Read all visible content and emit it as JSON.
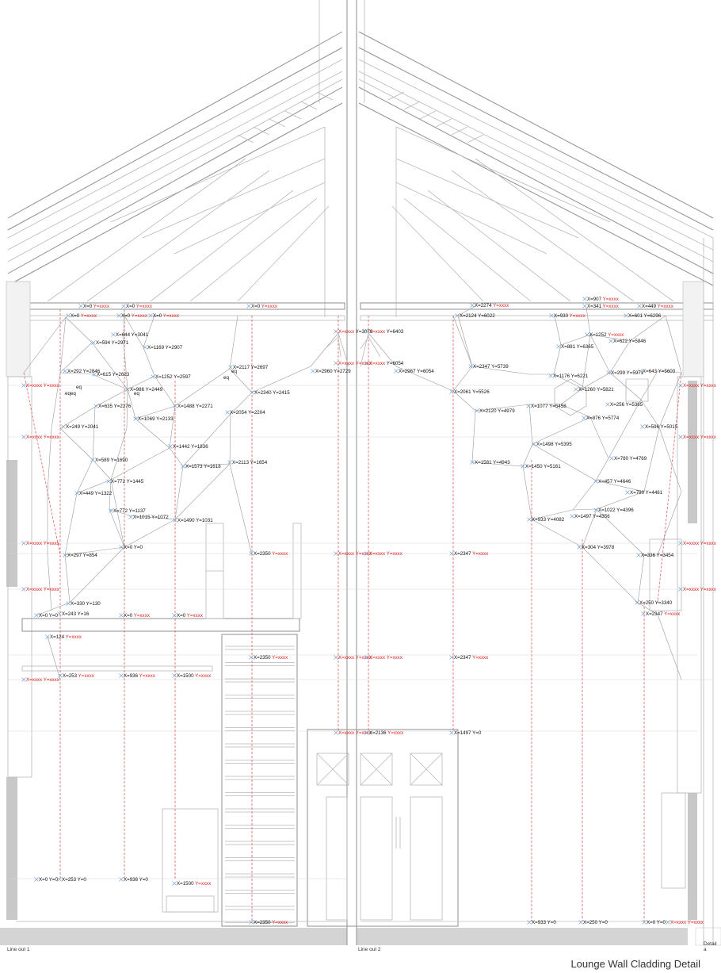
{
  "caption": "Lounge Wall Cladding Detail",
  "panel_labels": {
    "left": "Line out 1",
    "right": "Line out 2",
    "far_right": "Detail a"
  },
  "eq_labels": [
    "eqeq",
    "eq",
    "eq",
    "eq",
    "eq"
  ],
  "points": [
    {
      "label": "X=0",
      "y": "Y=xxxx"
    },
    {
      "label": "X=0",
      "y": "Y=xxxx"
    },
    {
      "label": "X=0",
      "y": "Y=xxxx"
    },
    {
      "label": "X=0",
      "y": "Y=xxxx"
    },
    {
      "label": "X=0",
      "y": "Y=xxxx"
    },
    {
      "label": "X=0",
      "y": "Y=xxxx"
    },
    {
      "label": "X=644",
      "y": "Y=3041"
    },
    {
      "label": "X=594",
      "y": "Y=2971"
    },
    {
      "label": "X=1169",
      "y": "Y=2907"
    },
    {
      "label": "X=292",
      "y": "Y=2846"
    },
    {
      "label": "X=615",
      "y": "Y=2623"
    },
    {
      "label": "X=1252",
      "y": "Y=2597"
    },
    {
      "label": "X=986",
      "y": "Y=2449"
    },
    {
      "label": "X=635",
      "y": "Y=2276"
    },
    {
      "label": "X=1488",
      "y": "Y=2271"
    },
    {
      "label": "X=1069",
      "y": "Y=2133"
    },
    {
      "label": "X=249",
      "y": "Y=2041"
    },
    {
      "label": "X=2117",
      "y": "Y=2697"
    },
    {
      "label": "X=2340",
      "y": "Y=2415"
    },
    {
      "label": "X=2054",
      "y": "Y=2204"
    },
    {
      "label": "X=1442",
      "y": "Y=1836"
    },
    {
      "label": "X=589",
      "y": "Y=1690"
    },
    {
      "label": "X=1573",
      "y": "Y=1618"
    },
    {
      "label": "X=2113",
      "y": "Y=1654"
    },
    {
      "label": "X=772",
      "y": "Y=1445"
    },
    {
      "label": "X=449",
      "y": "Y=1322"
    },
    {
      "label": "X=772",
      "y": "Y=1137"
    },
    {
      "label": "X=1015",
      "y": "Y=1072"
    },
    {
      "label": "X=1490",
      "y": "Y=1031"
    },
    {
      "label": "X=0",
      "y": "Y=0"
    },
    {
      "label": "X=297",
      "y": "Y=854"
    },
    {
      "label": "X=2350",
      "y": "Y=xxxx"
    },
    {
      "label": "X=330",
      "y": "Y=130"
    },
    {
      "label": "X=0",
      "y": "Y=0"
    },
    {
      "label": "X=243",
      "y": "Y=16"
    },
    {
      "label": "X=0",
      "y": "Y=xxxx"
    },
    {
      "label": "X=0",
      "y": "Y=xxxx"
    },
    {
      "label": "X=124",
      "y": "Y=xxxx"
    },
    {
      "label": "X=253",
      "y": "Y=xxxx"
    },
    {
      "label": "X=936",
      "y": "Y=xxxx"
    },
    {
      "label": "X=1500",
      "y": "Y=xxxx"
    },
    {
      "label": "X=2350",
      "y": "Y=xxxx"
    },
    {
      "label": "X=0",
      "y": "Y=0"
    },
    {
      "label": "X=253",
      "y": "Y=0"
    },
    {
      "label": "X=936",
      "y": "Y=0"
    },
    {
      "label": "X=1500",
      "y": "Y=xxxx"
    },
    {
      "label": "X=2350",
      "y": "Y=xxxx"
    },
    {
      "label": "X=xxxx",
      "y": "Y=xxxx"
    },
    {
      "label": "X=xxxx",
      "y": "Y=xxxx"
    },
    {
      "label": "X=xxxx",
      "y": "Y=xxxx"
    },
    {
      "label": "X=xxxx",
      "y": "Y=xxxx"
    },
    {
      "label": "X=xxxx",
      "y": "Y=xxxx"
    },
    {
      "label": "X=xxxx",
      "y": "Y=3078"
    },
    {
      "label": "X=xxxx",
      "y": "Y=6403"
    },
    {
      "label": "X=2960",
      "y": "Y=2729"
    },
    {
      "label": "X=xxxx",
      "y": "Y=6054"
    },
    {
      "label": "X=2967",
      "y": "Y=6054"
    },
    {
      "label": "X=xxxx",
      "y": "Y=xxxx"
    },
    {
      "label": "X=xxxx",
      "y": "Y=xxxx"
    },
    {
      "label": "X=xxxx",
      "y": "Y=xxxx"
    },
    {
      "label": "X=xxxx",
      "y": "Y=xxxx"
    },
    {
      "label": "X=xxxx",
      "y": "Y=xxxx"
    },
    {
      "label": "X=xxxx",
      "y": "Y=xxxx"
    },
    {
      "label": "X=2136",
      "y": "Y=xxxx"
    },
    {
      "label": "X=2274",
      "y": "Y=xxxx"
    },
    {
      "label": "X=2124",
      "y": "Y=6022"
    },
    {
      "label": "X=2347",
      "y": "Y=5739"
    },
    {
      "label": "X=2061",
      "y": "Y=5526"
    },
    {
      "label": "X=2120",
      "y": "Y=4979"
    },
    {
      "label": "X=1581",
      "y": "Y=4943"
    },
    {
      "label": "X=1450",
      "y": "Y=5161"
    },
    {
      "label": "X=1498",
      "y": "Y=5395"
    },
    {
      "label": "X=1077",
      "y": "Y=5458"
    },
    {
      "label": "X=876",
      "y": "Y=5774"
    },
    {
      "label": "X=1260",
      "y": "Y=5821"
    },
    {
      "label": "X=1176",
      "y": "Y=6221"
    },
    {
      "label": "X=881",
      "y": "Y=6365"
    },
    {
      "label": "X=1252",
      "y": "Y=xxxx"
    },
    {
      "label": "X=930",
      "y": "Y=xxxx"
    },
    {
      "label": "X=907",
      "y": "Y=xxxx"
    },
    {
      "label": "X=341",
      "y": "Y=xxxx"
    },
    {
      "label": "X=449",
      "y": "Y=xxxx"
    },
    {
      "label": "X=601",
      "y": "Y=6296"
    },
    {
      "label": "X=622",
      "y": "Y=5846"
    },
    {
      "label": "X=299",
      "y": "Y=5971"
    },
    {
      "label": "X=643",
      "y": "Y=5600"
    },
    {
      "label": "X=256",
      "y": "Y=5365"
    },
    {
      "label": "X=596",
      "y": "Y=5015"
    },
    {
      "label": "X=780",
      "y": "Y=4769"
    },
    {
      "label": "X=457",
      "y": "Y=4646"
    },
    {
      "label": "X=780",
      "y": "Y=4461"
    },
    {
      "label": "X=1022",
      "y": "Y=4396"
    },
    {
      "label": "X=1497",
      "y": "Y=4356"
    },
    {
      "label": "X=933",
      "y": "Y=4082"
    },
    {
      "label": "X=304",
      "y": "Y=3978"
    },
    {
      "label": "X=336",
      "y": "Y=3454"
    },
    {
      "label": "X=250",
      "y": "Y=3340"
    },
    {
      "label": "X=2347",
      "y": "Y=xxxx"
    },
    {
      "label": "X=2347",
      "y": "Y=xxxx"
    },
    {
      "label": "X=2347",
      "y": "Y=xxxx"
    },
    {
      "label": "X=1497",
      "y": "Y=0"
    },
    {
      "label": "X=933",
      "y": "Y=0"
    },
    {
      "label": "X=250",
      "y": "Y=0"
    },
    {
      "label": "X=0",
      "y": "Y=0"
    },
    {
      "label": "X=xxxx",
      "y": "Y=xxxx"
    },
    {
      "label": "X=xxxx",
      "y": "Y=xxxx"
    },
    {
      "label": "X=xxxx",
      "y": "Y=xxxx"
    },
    {
      "label": "X=xxxx",
      "y": "Y=xxxx"
    },
    {
      "label": "X=xxxx",
      "y": "Y=xxxx"
    }
  ]
}
